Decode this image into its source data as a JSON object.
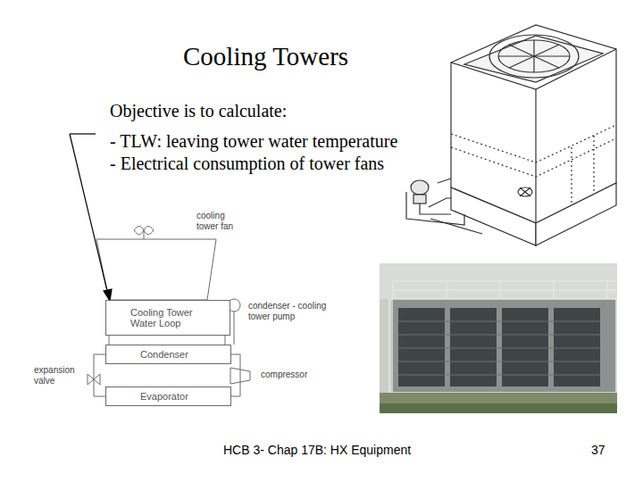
{
  "diagram": {
    "title": "Cooling Towers",
    "nodes": [
      {
        "text": [
          "Cooling Tower Water Loop"
        ]
      },
      {
        "text": [
          "Condenser"
        ]
      },
      {
        "text": [
          "Evaporator"
        ]
      }
    ],
    "edges": [
      {
        "from": 0,
        "to": 1,
        "arrow": "none"
      },
      {
        "from": 0,
        "to": 1,
        "arrow": "none"
      },
      {
        "from": 1,
        "to": 2,
        "arrow": "none"
      },
      {
        "from": 1,
        "to": 2,
        "arrow": "none"
      }
    ],
    "labels": [
      "Objective is to calculate:",
      "- TLW: leaving tower water temperature",
      "- Electrical consumption of tower fans",
      "cooling tower fan",
      "condenser - cooling tower pump",
      "expansion valve",
      "compressor",
      "HCB 3- Chap 17B: HX Equipment",
      "37"
    ]
  }
}
